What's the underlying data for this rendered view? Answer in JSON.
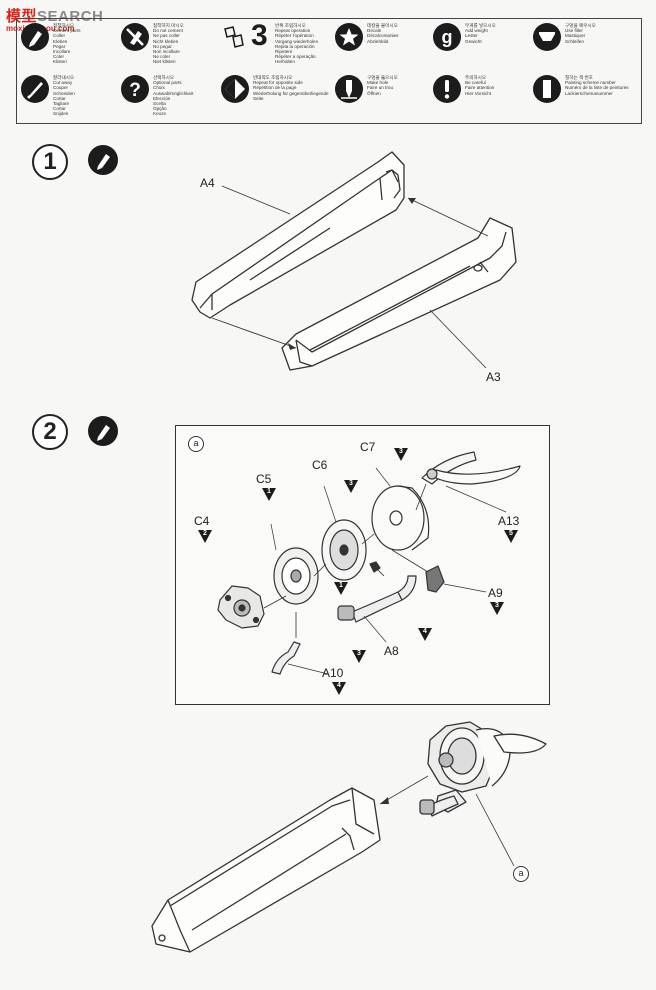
{
  "watermark": {
    "brand_red": "模型",
    "brand_grey": "SEARCH",
    "url": "moxing.shou.com"
  },
  "legend": {
    "items": [
      {
        "icon": "cement-icon",
        "text": "접착하시오\nCement parts\nColler\nKleben\nPegar\nIncollare\nColer\nKlisteri"
      },
      {
        "icon": "no-cement-icon",
        "text": "접착하지 마시오\nDo not cement\nNe pas coller\nNicht kleben\nNo pegar\nNon incollare\nNe coler\nNiet klisteri"
      },
      {
        "icon": "repeat-icon",
        "text": "반복 조립하시오\nRepeat operation\nRépéter l'opération\nVorgang wiederholen\nRepita la operación\nRipetere\nRépéter a operação\nHerhalten"
      },
      {
        "icon": "star-icon",
        "text": "데칼을 붙이시오\nDecals\nDécalcomanies\nAbziehbild"
      },
      {
        "icon": "weight-icon",
        "text": "무게를 넣으시오\nAdd weight\nLester\nGewicht"
      },
      {
        "icon": "filler-icon",
        "text": "구멍을 메우시오\nUse filler\nMastiquer\nSchleifen"
      },
      {
        "icon": "cut-icon",
        "text": "잘라내시오\nCut away\nCouper\nSchneiden\nCortar\nTagliare\nCortar\nSnijden"
      },
      {
        "icon": "optional-icon",
        "text": "선택하시오\nOptional parts\nChoix\nAuswahlmöglichkeit\nElección\nScelta\nOpção\nKeuze"
      },
      {
        "icon": "opposite-side-icon",
        "text": "반대쪽도 조립하시오\nRepeat for opposite side\nRépétition de la page\nWiederholung für gegenüberliegende Seite"
      },
      {
        "icon": "drill-icon",
        "text": "구멍을 뚫으시오\nMake hole\nFaire un trou\nÖffnen"
      },
      {
        "icon": "caution-icon",
        "text": "주의하시오\nBe careful\nFaire attention\nHier Vorsicht"
      },
      {
        "icon": "paint-number-icon",
        "text": "칠하는 색 번호\nPainting scheme number\nNuméro de la liste de peintures\nLackierschemanummer"
      }
    ],
    "repeat_number": "3"
  },
  "step1": {
    "number": "1",
    "labels": {
      "a4": "A4",
      "a3": "A3"
    }
  },
  "step2": {
    "number": "2",
    "subassembly_ref": "a",
    "final_ref": "a",
    "parts": [
      {
        "id": "c4",
        "label": "C4",
        "paint": "2"
      },
      {
        "id": "c5",
        "label": "C5",
        "paint": "1"
      },
      {
        "id": "c6",
        "label": "C6",
        "paint": "3"
      },
      {
        "id": "c7",
        "label": "C7",
        "paint": "3"
      },
      {
        "id": "a13",
        "label": "A13",
        "paint": "5"
      },
      {
        "id": "a9",
        "label": "A9",
        "paint": "3"
      },
      {
        "id": "a8",
        "label": "A8",
        "paint": "4"
      },
      {
        "id": "a10",
        "label": "A10",
        "paint": "4"
      }
    ],
    "extra_marks": {
      "c6_inner": "1",
      "a8_end": "3"
    }
  }
}
